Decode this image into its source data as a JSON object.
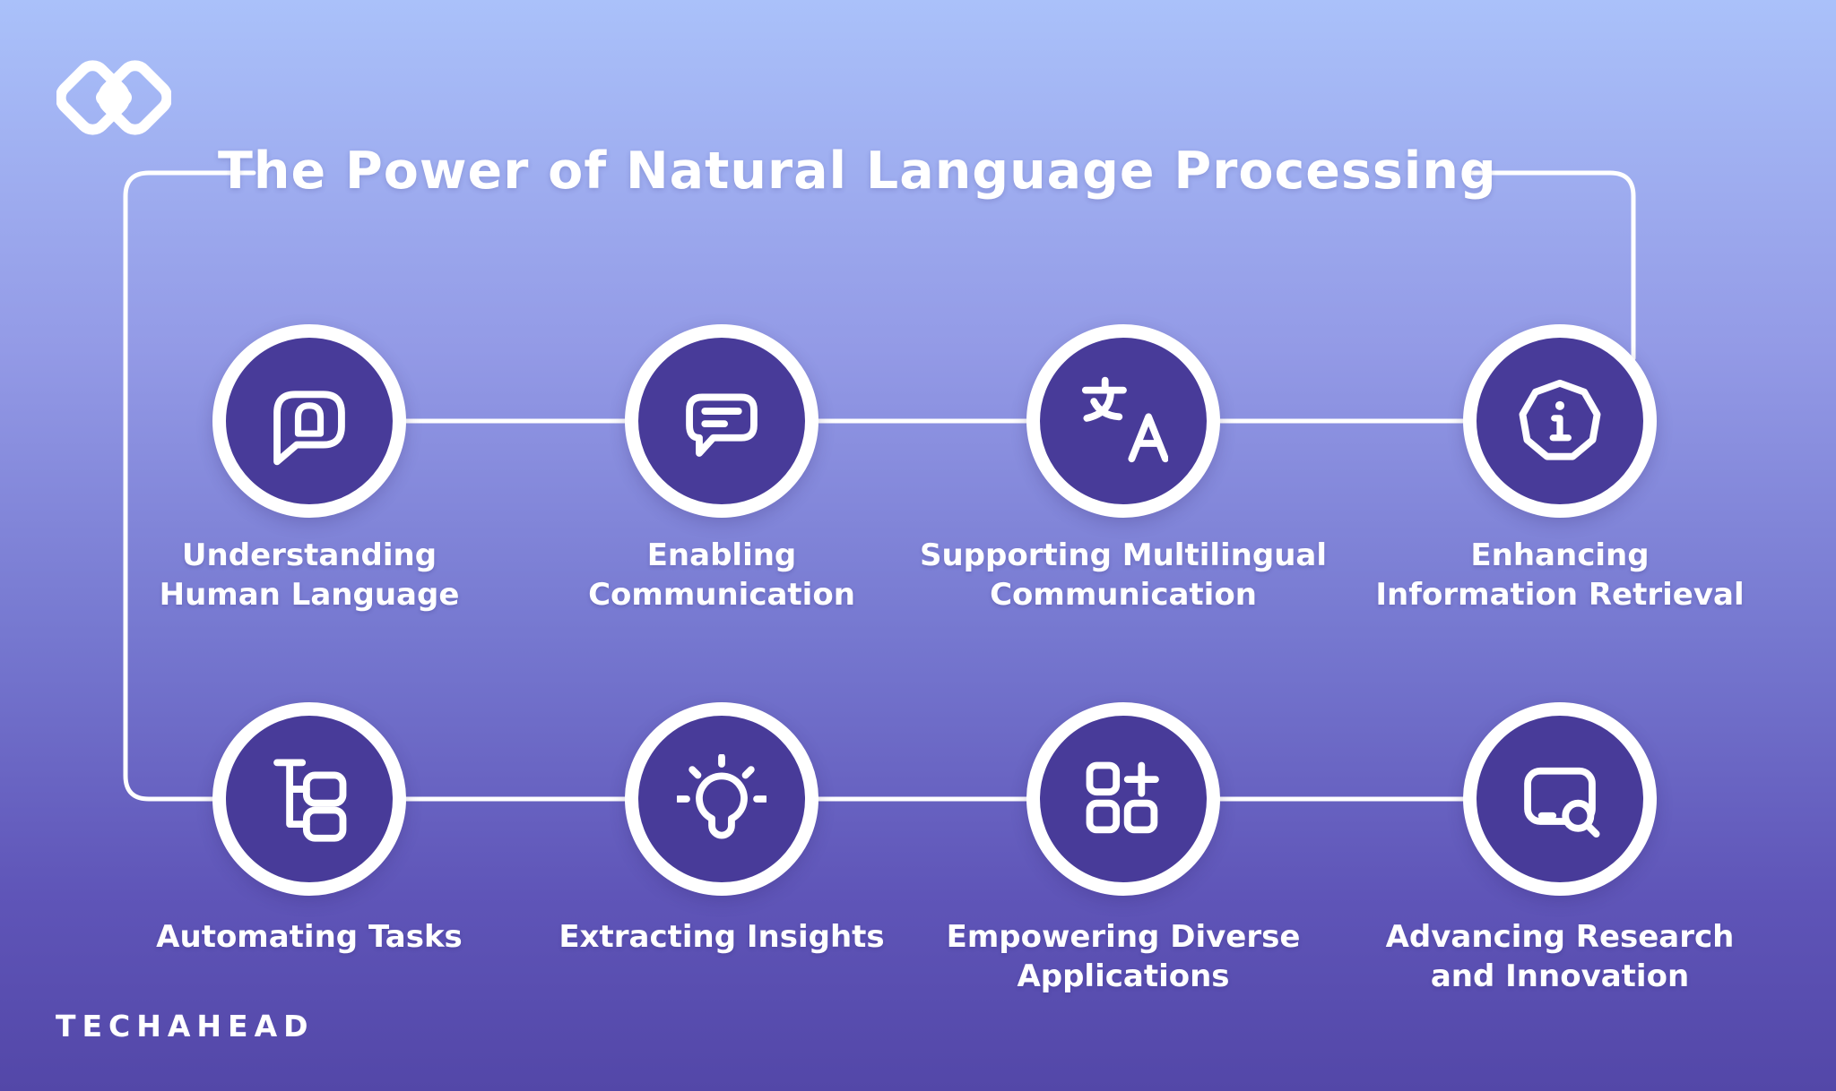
{
  "title": "The Power of Natural Language Processing",
  "brand": {
    "logo_text": "TECHAHEAD"
  },
  "colors": {
    "background_top": "#aac1fa",
    "background_bottom": "#5347a8",
    "circle_fill": "#483b99",
    "connector_line": "#ffffff",
    "text": "#ffffff"
  },
  "items": [
    {
      "icon": "chat-a-icon",
      "lines": [
        "Understanding",
        "Human Language"
      ]
    },
    {
      "icon": "message-icon",
      "lines": [
        "Enabling",
        "Communication"
      ]
    },
    {
      "icon": "translate-icon",
      "lines": [
        "Supporting Multilingual",
        "Communication"
      ]
    },
    {
      "icon": "info-badge-icon",
      "lines": [
        "Enhancing",
        "Information Retrieval"
      ]
    },
    {
      "icon": "flowchart-icon",
      "lines": [
        "Automating Tasks"
      ]
    },
    {
      "icon": "lightbulb-icon",
      "lines": [
        "Extracting Insights"
      ]
    },
    {
      "icon": "apps-plus-icon",
      "lines": [
        "Empowering Diverse",
        "Applications"
      ]
    },
    {
      "icon": "window-search-icon",
      "lines": [
        "Advancing Research",
        "and Innovation"
      ]
    }
  ]
}
